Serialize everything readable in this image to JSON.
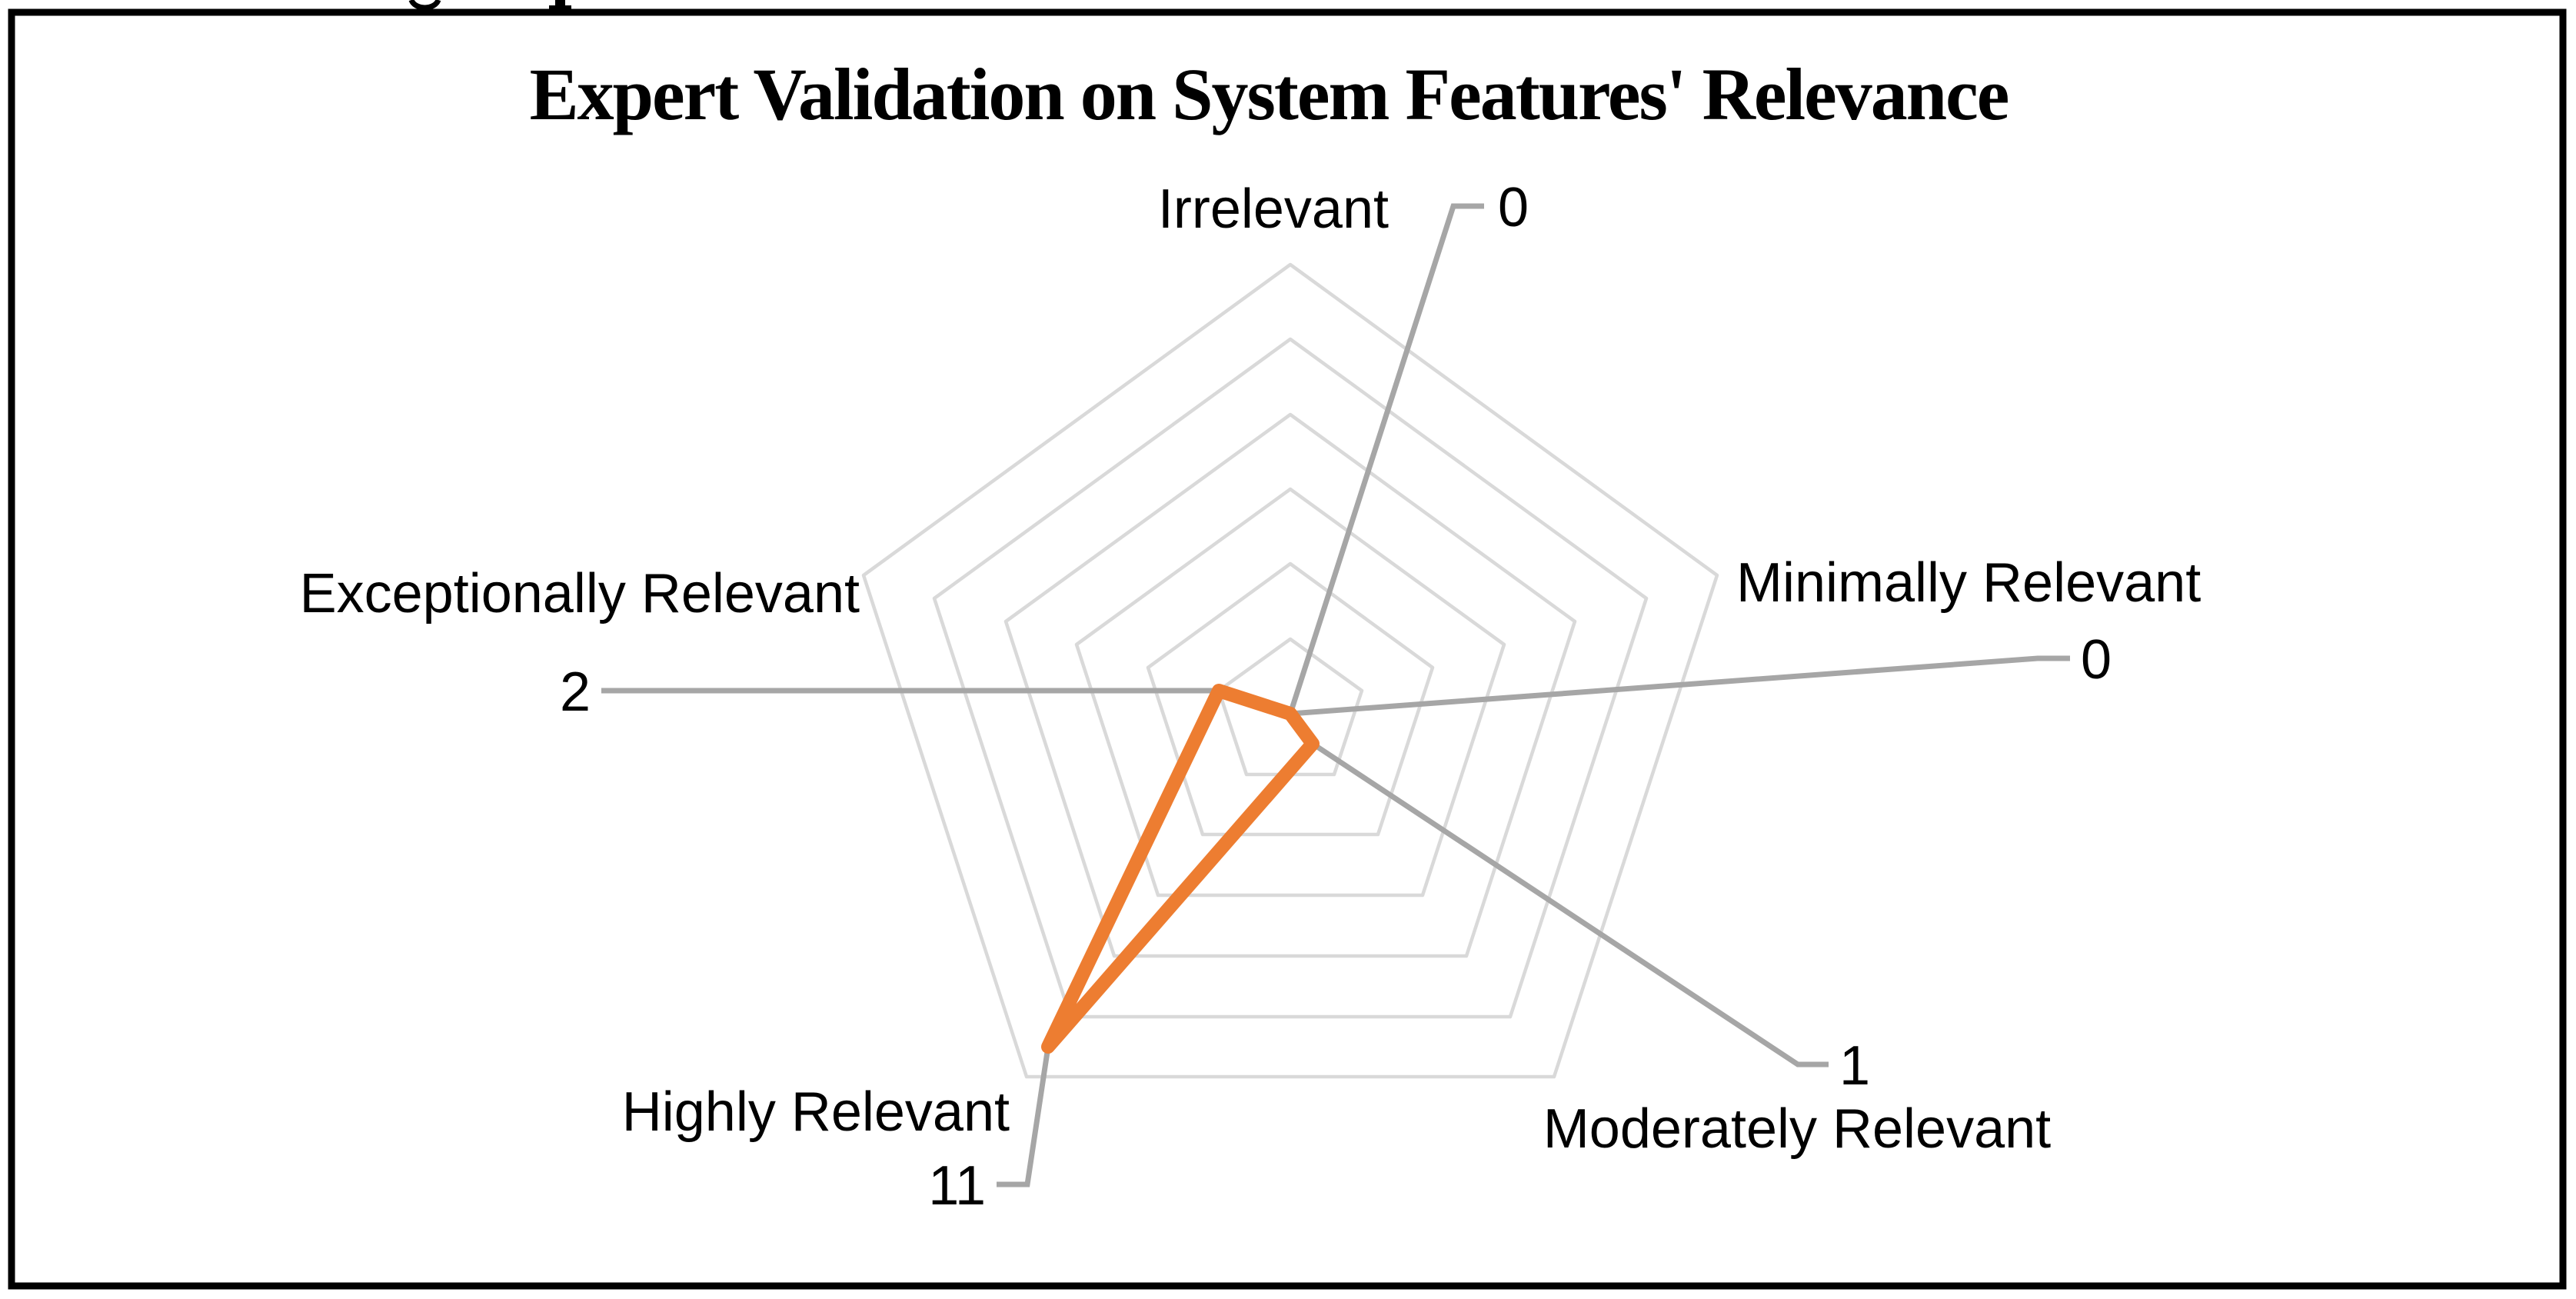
{
  "figure": {
    "background": "#FFFFFF",
    "border_color": "#000000"
  },
  "chart_data": {
    "type": "radar",
    "title": "Expert Validation on System Features' Relevance",
    "categories": [
      "Irrelevant",
      "Minimally Relevant",
      "Moderately Relevant",
      "Highly Relevant",
      "Exceptionally Relevant"
    ],
    "values": [
      0,
      0,
      1,
      11,
      2
    ],
    "axis": {
      "min": 0,
      "max": 12,
      "grid_levels": 6,
      "grid_step": 2
    },
    "grid": true,
    "legend": "none",
    "data_labels_visible": true,
    "colors": {
      "series": "#ED7D31",
      "gridline": "#D9D9D9",
      "leader": "#A6A6A6",
      "text": "#000000",
      "frame": "#000000",
      "background": "#FFFFFF"
    }
  }
}
